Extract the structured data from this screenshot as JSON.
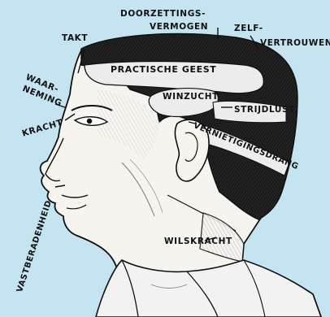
{
  "labels": {
    "doorzettingsvermogen_1": "DOORZETTINGS-",
    "doorzettingsvermogen_2": "VERMOGEN",
    "zelfvertrouwen_1": "ZELF-",
    "zelfvertrouwen_2": "VERTROUWEN",
    "takt": "TAKT",
    "waarneming_1": "WAAR-",
    "waarneming_2": "NEMING",
    "kracht": "KRACHT",
    "practische_geest": "PRACTISCHE GEEST",
    "winzucht": "WINZUCHT",
    "strijdlust": "STRIJDLUST",
    "vernietigingsdrang": "VERNIETIGINGSDRANG",
    "vastberadenheid": "VASTBERADENHEID",
    "wilskracht": "WILSKRACHT"
  },
  "colors": {
    "background": "#c4e4f2",
    "ink": "#111111",
    "hair": "#1a1a1a",
    "skin": "#f6f4ef",
    "band": "#ececec"
  }
}
